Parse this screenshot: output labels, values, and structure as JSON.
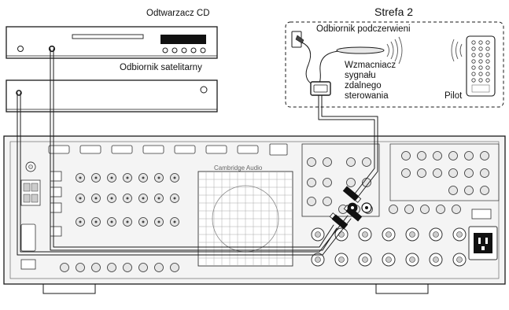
{
  "labels": {
    "cd_player": "Odtwarzacz CD",
    "satellite_receiver": "Odbiornik satelitarny",
    "zone": "Strefa 2",
    "ir_receiver": "Odbiornik podczerwieni",
    "amplifier_line1": "Wzmacniacz",
    "amplifier_line2": "sygnału",
    "amplifier_line3": "zdalnego",
    "amplifier_line4": "sterowania",
    "remote": "Pilot"
  },
  "brand": "Cambridge Audio",
  "colors": {
    "line": "#1a1a1a",
    "device_fill": "#ffffff",
    "panel_fill": "#f4f4f4",
    "jack_fill": "#e6e6e6",
    "display": "#111111"
  }
}
